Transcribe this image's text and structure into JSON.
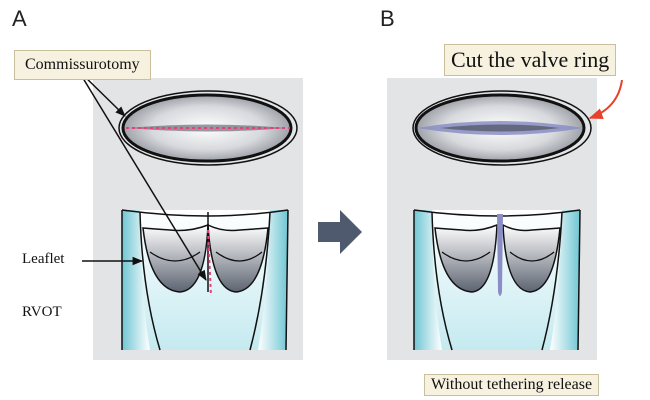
{
  "panels": [
    {
      "letter": "A"
    },
    {
      "letter": "B"
    }
  ],
  "labels": {
    "commissurotomy": "Commissurotomy",
    "cut_valve_ring": "Cut the valve ring",
    "leaflet": "Leaflet",
    "rvot": "RVOT",
    "without_tethering": "Without tethering release"
  },
  "colors": {
    "panel_bg": "#e3e4e6",
    "rvot_cyan": "#8fd3dd",
    "incision_dotted": "#e0447a",
    "cut_fill": "#8a8ec4",
    "arrow_gray": "#4f5a6e",
    "curved_arrow": "#e8402a",
    "label_box_bg": "#f7f2df"
  }
}
